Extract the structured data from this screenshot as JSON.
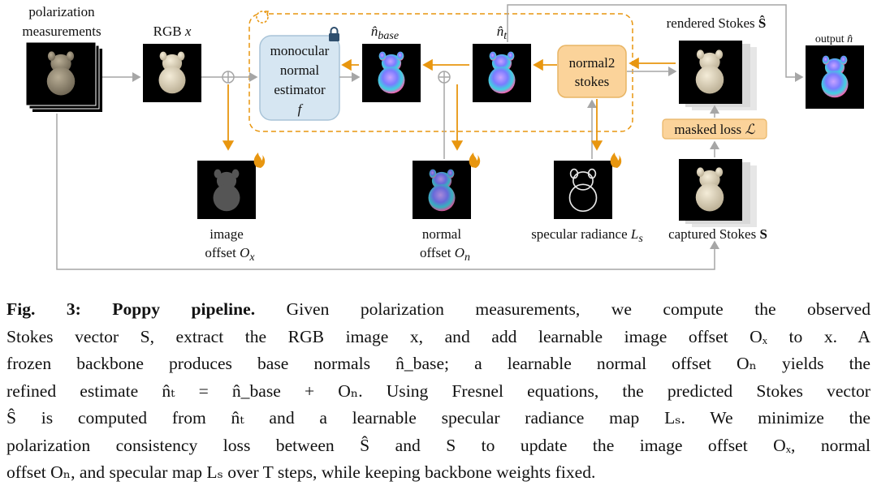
{
  "figure": {
    "labels": {
      "polarization": [
        "polarization",
        "measurements"
      ],
      "rgb": "RGB",
      "rgb_var": "x",
      "n_base": "n̂",
      "n_base_sub": "base",
      "n_t": "n̂",
      "n_t_sub": "t",
      "rendered": "rendered Stokes",
      "rendered_var": "Ŝ",
      "output": "output",
      "output_var": "n̂",
      "estimator": [
        "monocular",
        "normal",
        "estimator"
      ],
      "estimator_var": "f",
      "normal2stokes": [
        "normal2",
        "stokes"
      ],
      "masked_loss": "masked loss",
      "masked_loss_var": "ℒ",
      "image_offset": [
        "image",
        "offset"
      ],
      "image_offset_var": "O",
      "image_offset_sub": "x",
      "normal_offset": [
        "normal",
        "offset"
      ],
      "normal_offset_var": "O",
      "normal_offset_sub": "n",
      "specular": "specular radiance",
      "specular_var": "L",
      "specular_sub": "s",
      "captured": "captured Stokes",
      "captured_var": "S"
    },
    "icons": [
      "lock-icon",
      "fire-icon",
      "loop-icon"
    ],
    "colors": {
      "accent": "#e8960f",
      "box_blue": "#d6e6f2",
      "box_orange": "#fbd39a",
      "arrow_gray": "#a6a6a6"
    }
  },
  "caption": {
    "label": "Fig. 3: Poppy pipeline.",
    "lines": [
      "Given polarization measurements, we compute the observed",
      "Stokes vector S, extract the RGB image x, and add learnable image offset Oₓ to x. A",
      "frozen backbone produces base normals n̂_base; a learnable normal offset Oₙ yields the",
      "refined estimate n̂ₜ = n̂_base + Oₙ. Using Fresnel equations, the predicted Stokes vector",
      "Ŝ is computed from n̂ₜ and a learnable specular radiance map Lₛ. We minimize the",
      "polarization consistency loss between Ŝ and S to update the image offset Oₓ, normal",
      "offset Oₙ, and specular map Lₛ over T steps, while keeping backbone weights fixed."
    ]
  }
}
